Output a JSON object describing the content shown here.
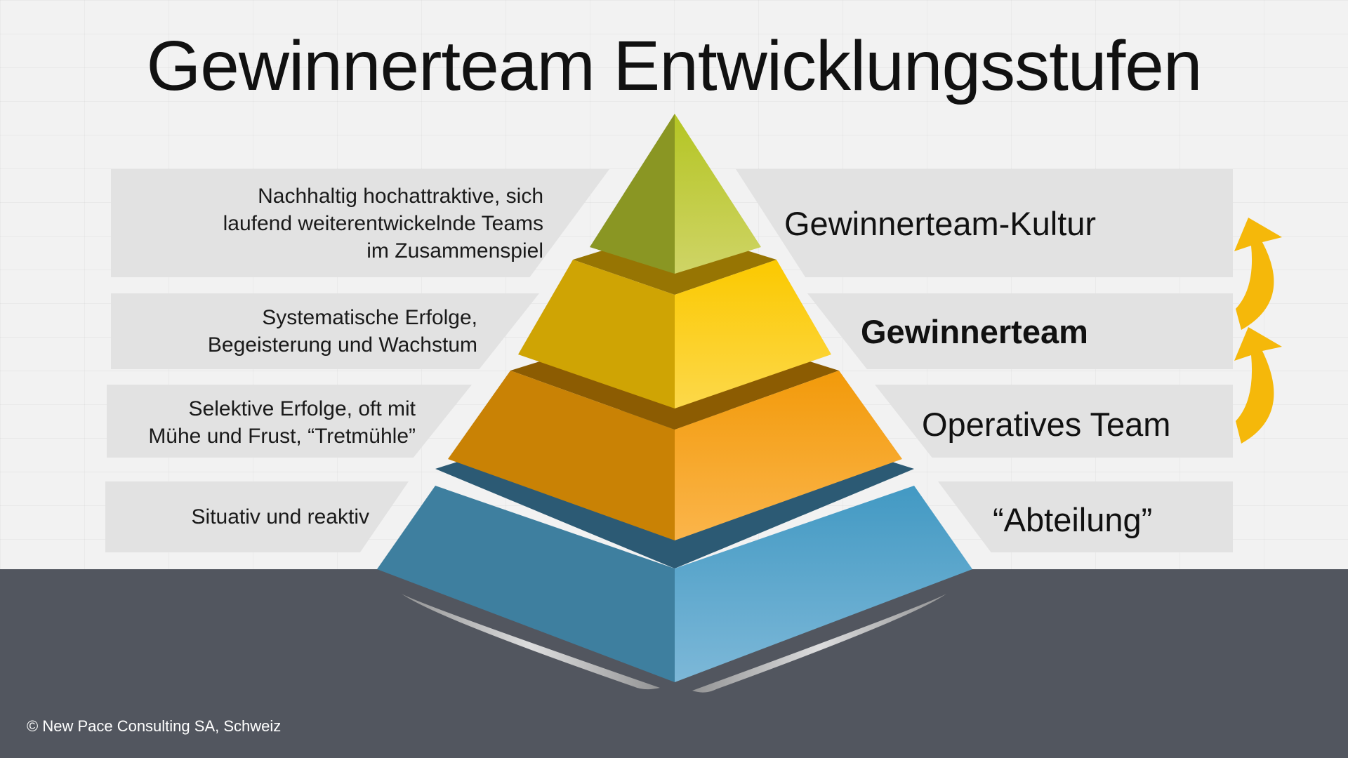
{
  "title": "Gewinnerteam Entwicklungsstufen",
  "levels": [
    {
      "label": "Gewinnerteam-Kultur",
      "description": [
        "Nachhaltig hochattraktive, sich",
        "laufend weiterentwickelnde Teams",
        "im Zusammenspiel"
      ],
      "color": "#b8c430"
    },
    {
      "label": "Gewinnerteam",
      "description": [
        "Systematische Erfolge,",
        "Begeisterung und Wachstum"
      ],
      "color": "#f6c707"
    },
    {
      "label": "Operatives Team",
      "description": [
        "Selektive Erfolge, oft mit",
        "Mühe und Frust, “Tretmühle”"
      ],
      "color": "#f29a12"
    },
    {
      "label": "“Abteilung”",
      "description": [
        "Situativ und reaktiv"
      ],
      "color": "#4a9cc6"
    }
  ],
  "arrow_color": "#f5b80a",
  "copyright": "© New Pace Consulting SA, Schweiz"
}
